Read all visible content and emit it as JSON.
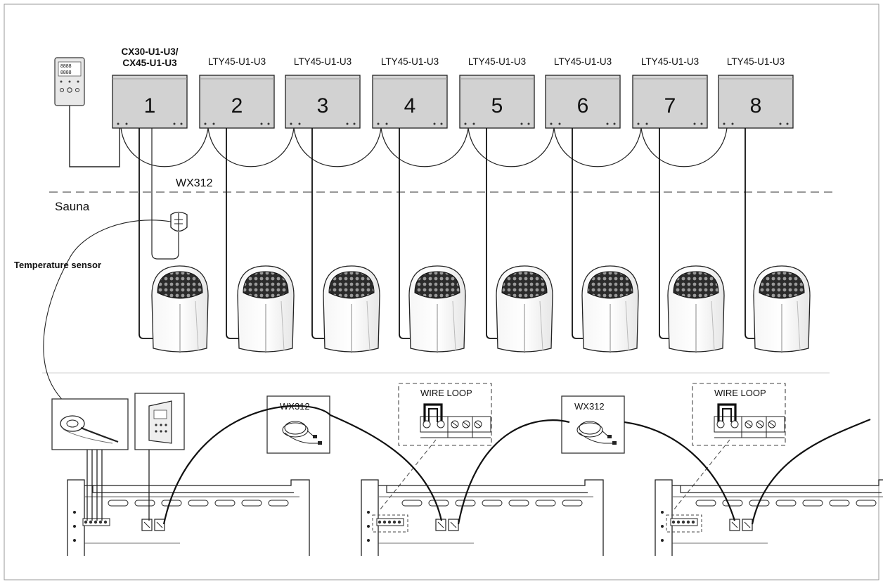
{
  "units": [
    {
      "number": "1",
      "model": "CX30-U1-U3/",
      "model2": "CX45-U1-U3"
    },
    {
      "number": "2",
      "model": "LTY45-U1-U3"
    },
    {
      "number": "3",
      "model": "LTY45-U1-U3"
    },
    {
      "number": "4",
      "model": "LTY45-U1-U3"
    },
    {
      "number": "5",
      "model": "LTY45-U1-U3"
    },
    {
      "number": "6",
      "model": "LTY45-U1-U3"
    },
    {
      "number": "7",
      "model": "LTY45-U1-U3"
    },
    {
      "number": "8",
      "model": "LTY45-U1-U3"
    }
  ],
  "labels": {
    "cable_top": "WX312",
    "sauna": "Sauna",
    "temperature_sensor": "Temperature sensor",
    "cable_box_1": "WX312",
    "cable_box_2": "WX312",
    "wire_loop_1": "WIRE LOOP",
    "wire_loop_2": "WIRE LOOP"
  },
  "control_panel": {
    "display_text": "8888"
  }
}
